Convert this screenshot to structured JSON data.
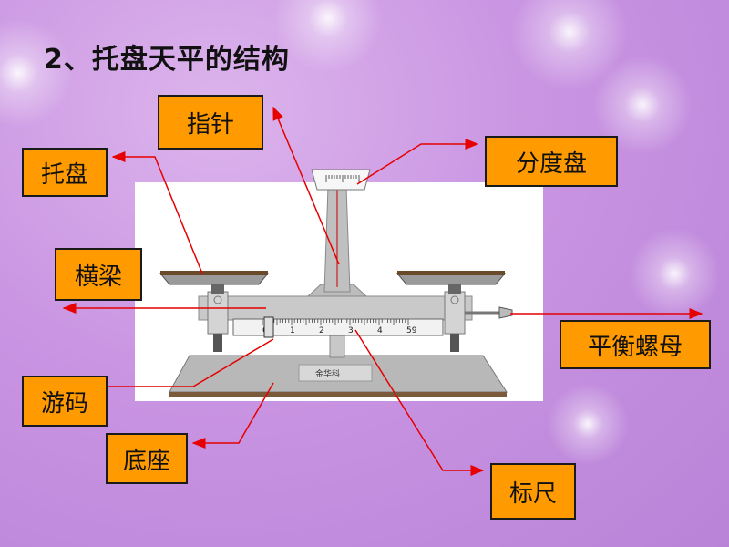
{
  "title": "2、托盘天平的结构",
  "labels": {
    "pointer": "指针",
    "tray": "托盘",
    "dial": "分度盘",
    "beam": "横梁",
    "balance_nut": "平衡螺母",
    "rider": "游码",
    "base": "底座",
    "scale_ruler": "标尺"
  },
  "scale_ticks": [
    "0",
    "1",
    "2",
    "3",
    "4",
    "59"
  ],
  "brand": "金华科",
  "colors": {
    "label_fill": "#ff9a00",
    "arrow": "#e60000",
    "background": "#c994e2"
  }
}
